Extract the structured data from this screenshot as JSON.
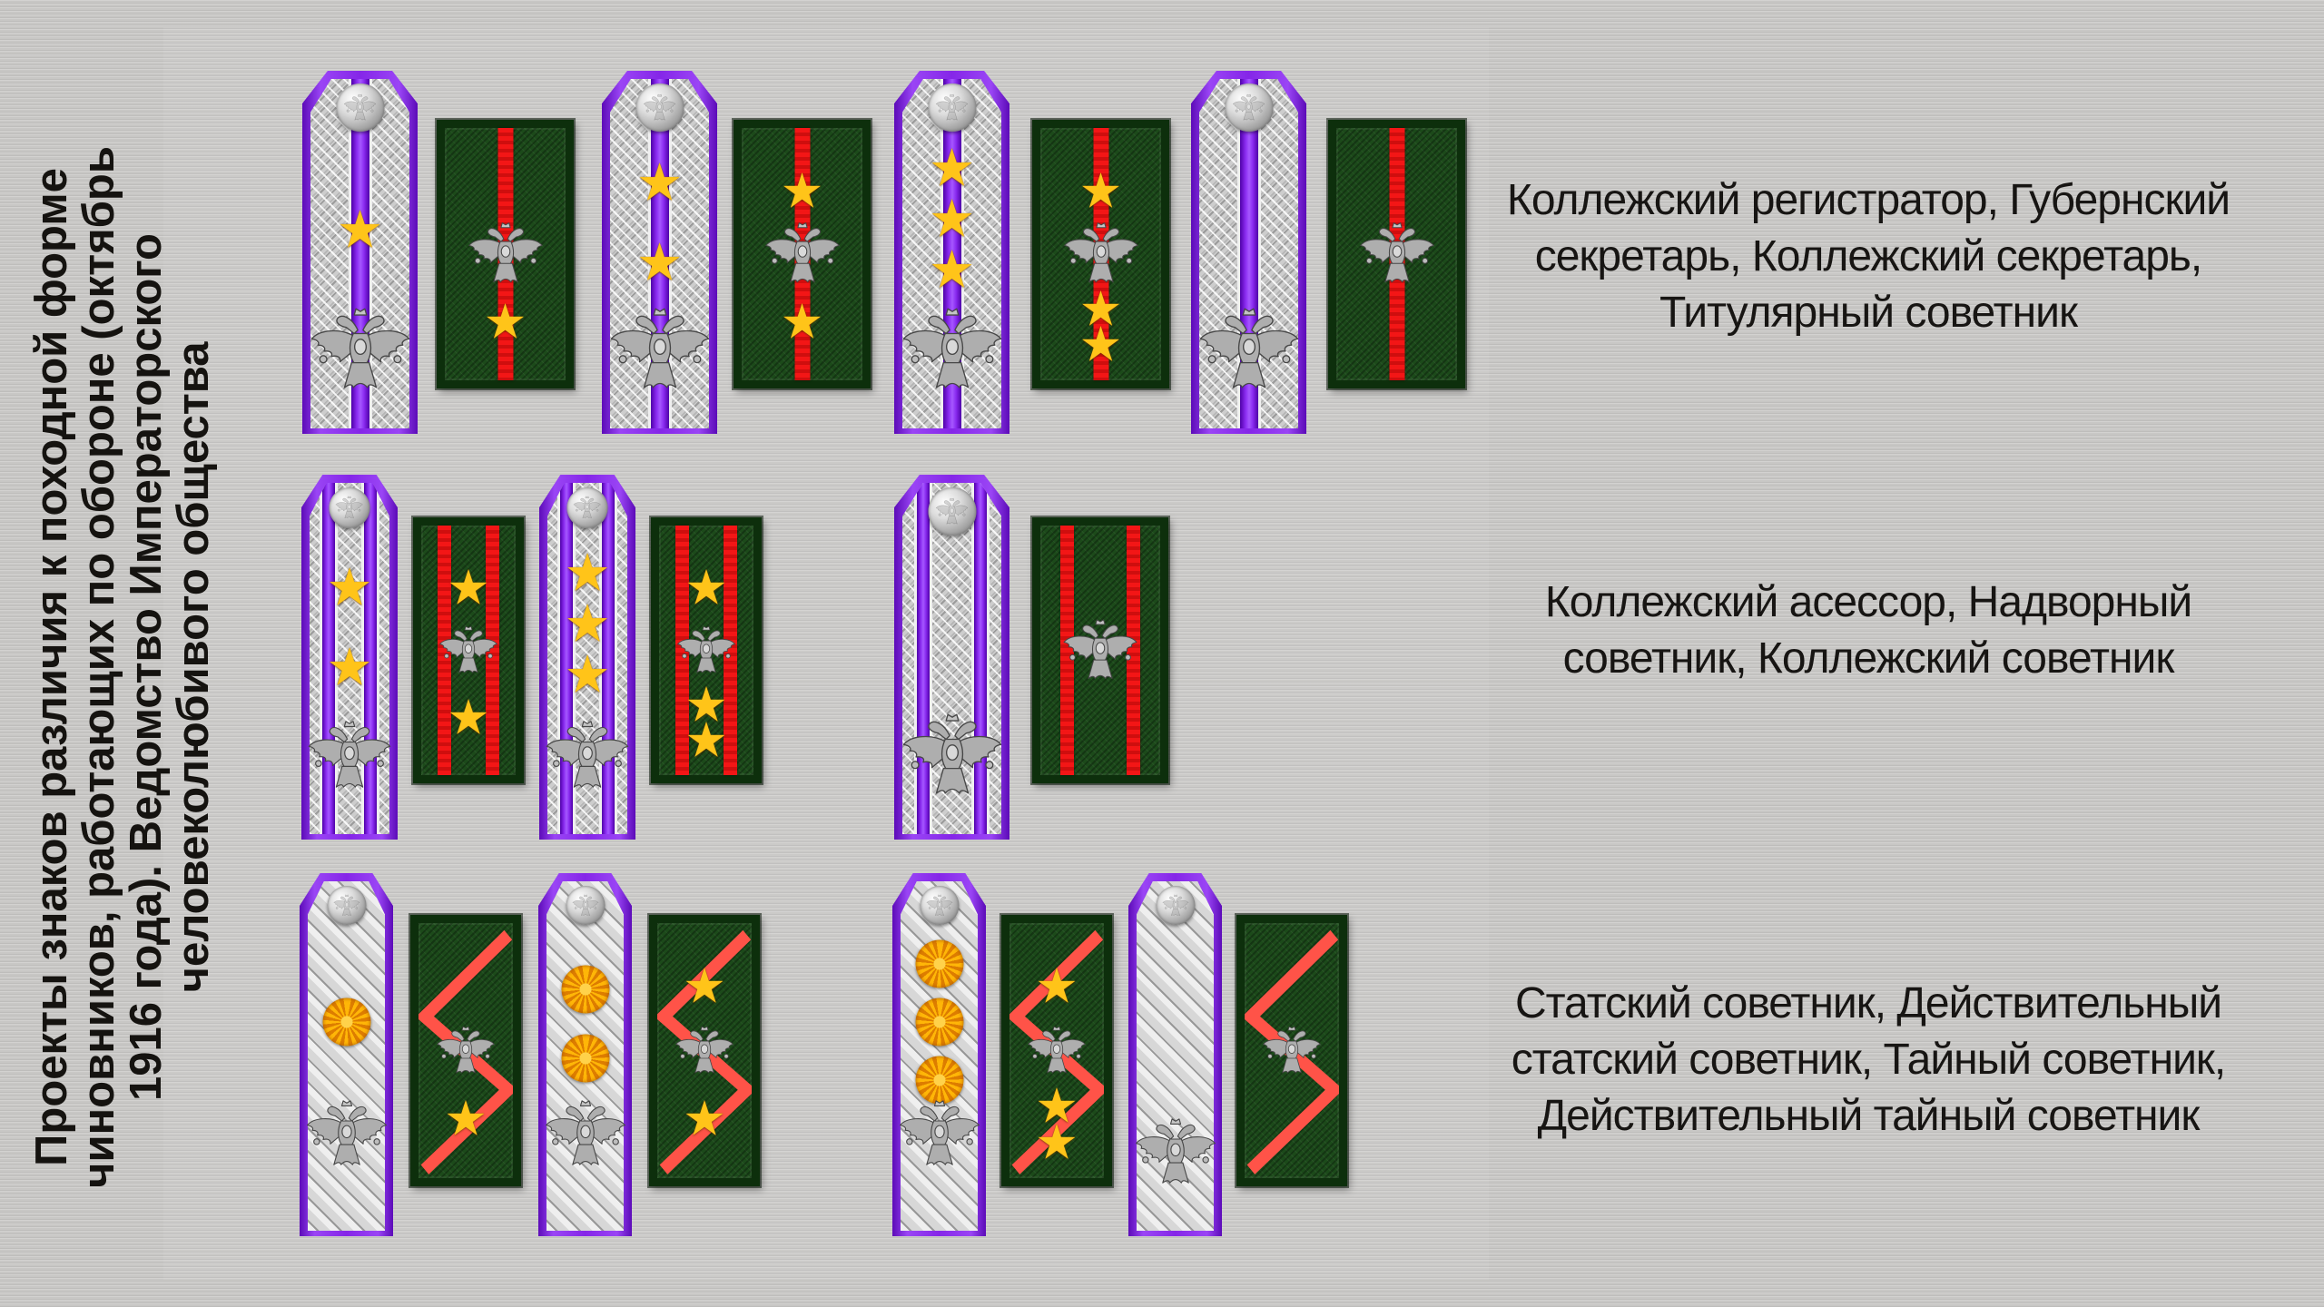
{
  "caption": {
    "lines": [
      "Проекты знаков различия к походной форме",
      "чиновников, работающих по обороне (октябрь",
      "1916 года). Ведомство Императорского",
      "человеколюбивого общества"
    ]
  },
  "rows": [
    {
      "label_lines": [
        "Коллежский регистратор, Губернский",
        "секретарь, Коллежский секретарь,",
        "Титулярный советник"
      ],
      "board_variant": "one-purple-stripe",
      "tab_variant": "one-red-stripe",
      "pairs": [
        {
          "board_stars": 1,
          "board_rosettes": 0,
          "tab_stars_above": 0,
          "tab_stars_below": 1
        },
        {
          "board_stars": 2,
          "board_rosettes": 0,
          "tab_stars_above": 1,
          "tab_stars_below": 1
        },
        {
          "board_stars": 3,
          "board_rosettes": 0,
          "tab_stars_above": 1,
          "tab_stars_below": 2
        },
        {
          "board_stars": 0,
          "board_rosettes": 0,
          "tab_stars_above": 0,
          "tab_stars_below": 0
        }
      ]
    },
    {
      "label_lines": [
        "Коллежский асессор, Надворный",
        "советник, Коллежский советник"
      ],
      "board_variant": "two-purple-stripes",
      "tab_variant": "two-red-stripes",
      "pairs": [
        {
          "board_stars": 2,
          "board_rosettes": 0,
          "tab_stars_above": 1,
          "tab_stars_below": 1
        },
        {
          "board_stars": 3,
          "board_rosettes": 0,
          "tab_stars_above": 1,
          "tab_stars_below": 2
        },
        {
          "board_stars": 0,
          "board_rosettes": 0,
          "tab_stars_above": 0,
          "tab_stars_below": 0
        }
      ]
    },
    {
      "label_lines": [
        "Статский советник, Действительный",
        "статский советник, Тайный советник,",
        "Действительный тайный советник"
      ],
      "board_variant": "plain-coarse-braid",
      "tab_variant": "red-zigzag",
      "pairs": [
        {
          "board_stars": 0,
          "board_rosettes": 1,
          "tab_stars_above": 0,
          "tab_stars_below": 1
        },
        {
          "board_stars": 0,
          "board_rosettes": 2,
          "tab_stars_above": 1,
          "tab_stars_below": 1
        },
        {
          "board_stars": 0,
          "board_rosettes": 3,
          "tab_stars_above": 1,
          "tab_stars_below": 2
        },
        {
          "board_stars": 0,
          "board_rosettes": 0,
          "tab_stars_above": 0,
          "tab_stars_below": 0
        }
      ]
    }
  ],
  "icons": {
    "star": "★",
    "eagle": "double-headed-eagle",
    "rosette": "sunburst-rosette",
    "button": "silver-button-with-eagle"
  },
  "colors": {
    "background": "#c8c7c5",
    "board_edging_purple": "#8526e8",
    "board_stripe_purple": "#8a2bf0",
    "board_silver": "#cdcdcd",
    "tab_green": "#1c4a1a",
    "tab_border_green": "#0d2f0c",
    "stripe_red": "#ee1111",
    "zigzag_red": "#ff5348",
    "star_gold": "#ffc419",
    "rosette_orange": "#ffb607",
    "text_black": "#151310"
  }
}
